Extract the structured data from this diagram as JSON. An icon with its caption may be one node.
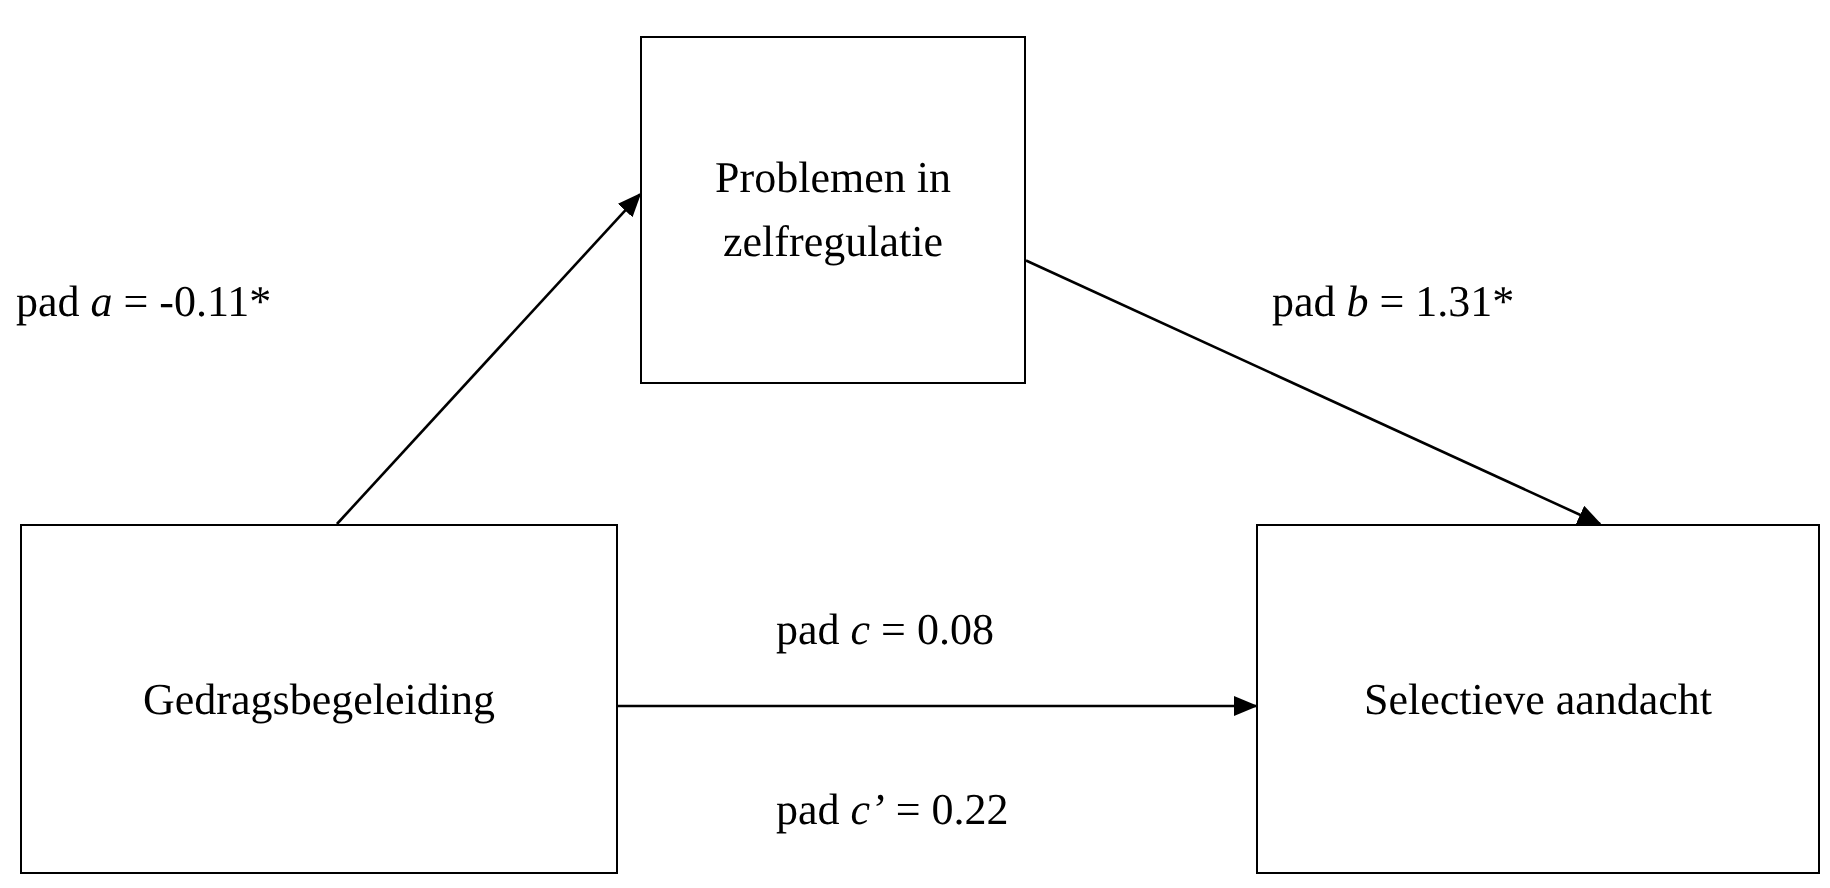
{
  "diagram": {
    "nodes": [
      {
        "text": [
          "Problemen in zelfregulatie"
        ]
      },
      {
        "text": [
          "Gedragsbegeleiding"
        ]
      },
      {
        "text": [
          "Selectieve aandacht"
        ]
      }
    ],
    "edges": [
      {
        "from": 1,
        "to": 0,
        "arrow": "to",
        "label": "pad *a* = -0.11*"
      },
      {
        "from": 0,
        "to": 2,
        "arrow": "to",
        "label": "pad *b* = 1.31*"
      },
      {
        "from": 1,
        "to": 2,
        "arrow": "to",
        "label": "pad *c* = 0.08"
      }
    ],
    "labels": [
      "pad *c’* = 0.22"
    ]
  }
}
